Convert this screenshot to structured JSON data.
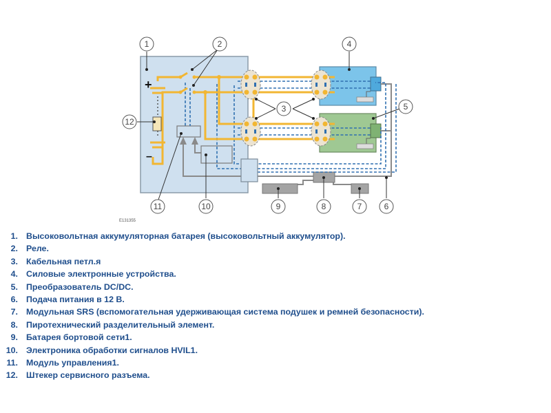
{
  "figure": {
    "code": "E131355",
    "callouts": [
      "1",
      "2",
      "3",
      "4",
      "5",
      "6",
      "7",
      "8",
      "9",
      "10",
      "11",
      "12"
    ],
    "symbols": {
      "plus": "+",
      "minus": "–"
    },
    "colors": {
      "battery_housing": "#cfe0ef",
      "power_electronics": "#7cc4ea",
      "dcdc_converter": "#9fc893",
      "hv_wire": "#f2b632",
      "hvil_dashed": "#2f6fb0",
      "lv_wire": "#888888",
      "component_grey": "#a4a4a4"
    }
  },
  "legend": [
    {
      "num": "1.",
      "text": "Высоковольтная аккумуляторная батарея (высоковольтный аккумулятор)."
    },
    {
      "num": "2.",
      "text": "Реле."
    },
    {
      "num": "3.",
      "text": "Кабельная петл.я"
    },
    {
      "num": "4.",
      "text": "Силовые электронные устройства."
    },
    {
      "num": "5.",
      "text": "Преобразователь DC/DC."
    },
    {
      "num": "6.",
      "text": "Подача питания в 12 В."
    },
    {
      "num": "7.",
      "text": "Модульная SRS (вспомогательная удерживающая система подушек и ремней безопасности)."
    },
    {
      "num": "8.",
      "text": "Пиротехнический разделительный элемент."
    },
    {
      "num": "9.",
      "text": "Батарея бортовой сети1."
    },
    {
      "num": "10.",
      "text": "Электроника обработки сигналов HVIL1."
    },
    {
      "num": "11.",
      "text": "Модуль управления1."
    },
    {
      "num": "12.",
      "text": "Штекер сервисного разъема."
    }
  ]
}
